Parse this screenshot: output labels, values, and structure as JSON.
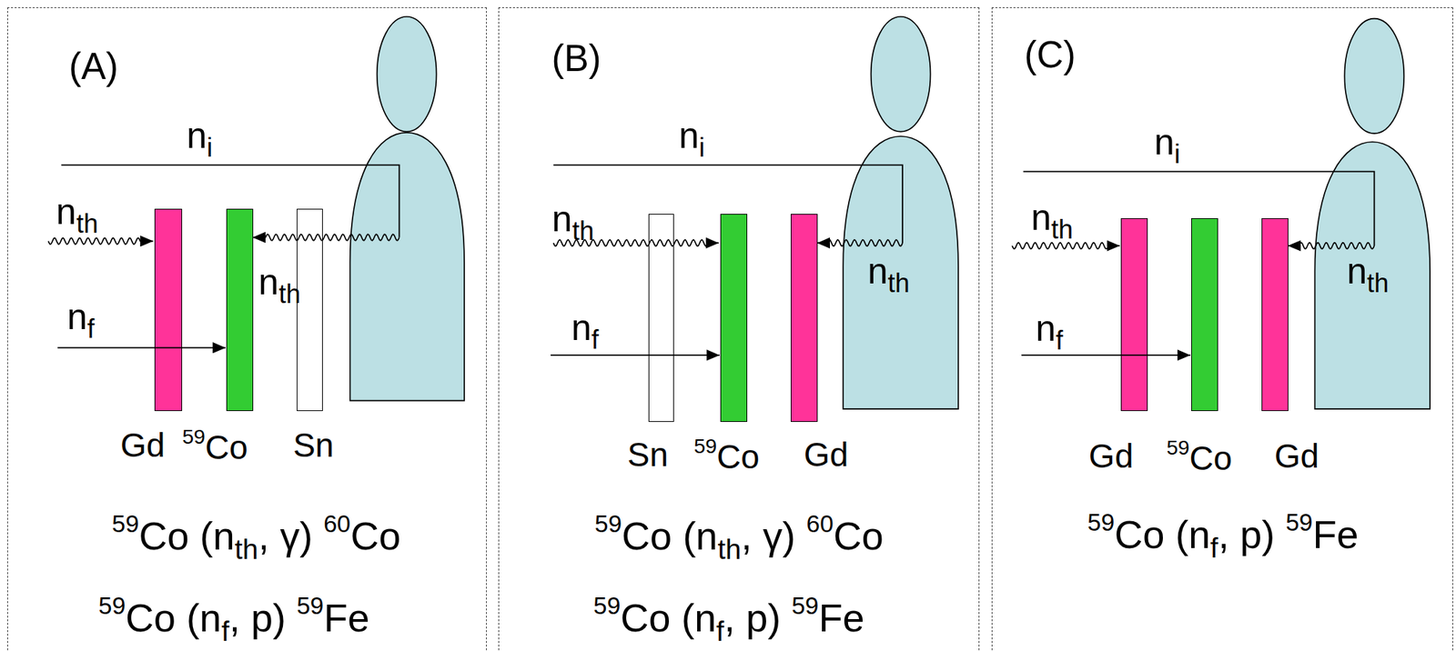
{
  "diagram": {
    "nodes": [
      {
        "text": [
          "(A)"
        ]
      },
      {
        "text": [
          "Gd"
        ],
        "in": 0
      },
      {
        "text": [
          "59Co"
        ],
        "in": 0
      },
      {
        "text": [
          "Sn"
        ],
        "in": 0
      },
      {
        "text": [
          "(B)"
        ]
      },
      {
        "text": [
          "Sn"
        ],
        "in": 4
      },
      {
        "text": [
          "59Co"
        ],
        "in": 4
      },
      {
        "text": [
          "Gd"
        ],
        "in": 4
      },
      {
        "text": [
          "(C)"
        ]
      },
      {
        "text": [
          "Gd"
        ],
        "in": 8
      },
      {
        "text": [
          "59Co"
        ],
        "in": 8
      },
      {
        "text": [
          "Gd"
        ],
        "in": 8
      }
    ],
    "labels": [
      "ni",
      "nth",
      "nth",
      "nf",
      "59Co (nth, γ) 60Co",
      "59Co (nf, p) 59Fe",
      "ni",
      "nth",
      "nth",
      "nf",
      "59Co (nth, γ) 60Co",
      "59Co (nf, p) 59Fe",
      "ni",
      "nth",
      "nth",
      "nf",
      "59Co (nf, p) 59Fe"
    ]
  }
}
